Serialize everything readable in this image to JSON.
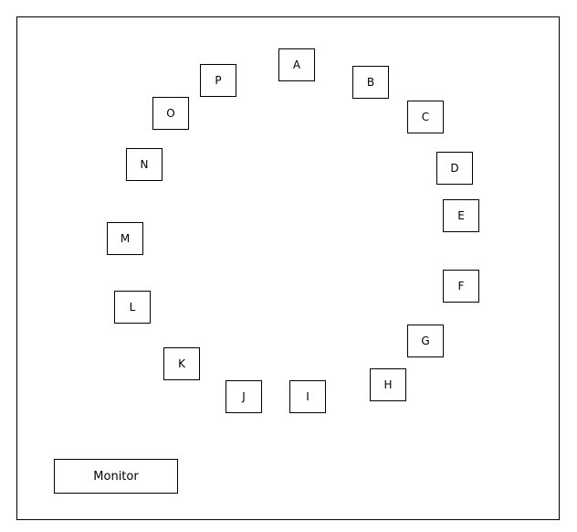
{
  "nodes": [
    {
      "id": "A",
      "label": "A"
    },
    {
      "id": "B",
      "label": "B"
    },
    {
      "id": "C",
      "label": "C"
    },
    {
      "id": "D",
      "label": "D"
    },
    {
      "id": "E",
      "label": "E"
    },
    {
      "id": "F",
      "label": "F"
    },
    {
      "id": "G",
      "label": "G"
    },
    {
      "id": "H",
      "label": "H"
    },
    {
      "id": "I",
      "label": "I"
    },
    {
      "id": "J",
      "label": "J"
    },
    {
      "id": "K",
      "label": "K"
    },
    {
      "id": "L",
      "label": "L"
    },
    {
      "id": "M",
      "label": "M"
    },
    {
      "id": "N",
      "label": "N"
    },
    {
      "id": "O",
      "label": "O"
    },
    {
      "id": "P",
      "label": "P"
    }
  ],
  "monitor": {
    "label": "Monitor"
  },
  "colors": {
    "border": "#000000",
    "background": "#ffffff",
    "text": "#000000"
  }
}
